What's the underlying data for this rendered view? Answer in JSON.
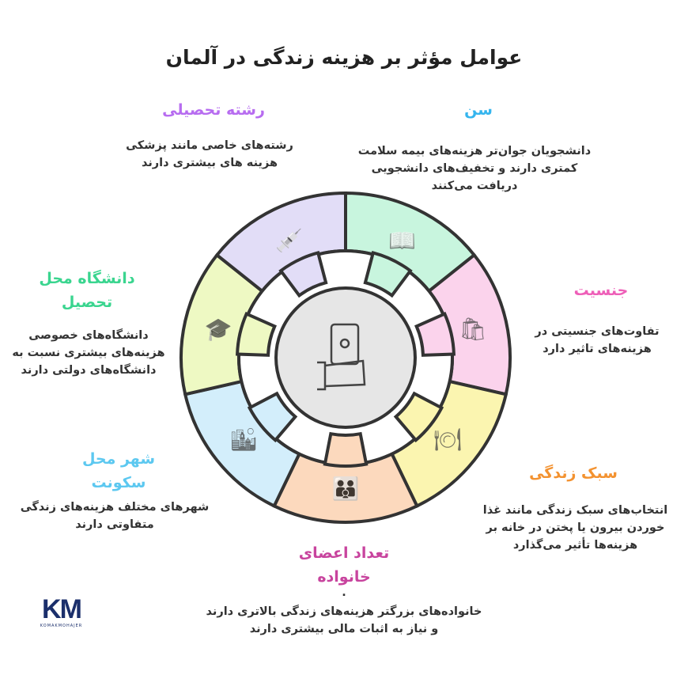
{
  "title": "عوامل مؤثر بر هزینه زندگی در آلمان",
  "center_icon": "smartphone-in-hand-icon",
  "factors": [
    {
      "title": "سن",
      "color": "#35b5ee",
      "fill": "#c8f5de",
      "icon": "book-person-icon",
      "desc": "دانشجویان جوان‌تر هزینه‌های بیمه سلامت کمتری دارند و تخفیف‌های دانشجویی دریافت می‌کنند"
    },
    {
      "title": "جنسیت",
      "color": "#ee5fb8",
      "fill": "#fbd3ec",
      "icon": "person-shopping-bag-icon",
      "desc": "تفاوت‌های جنسیتی در هزینه‌های تاثیر دارد"
    },
    {
      "title": "سبک زندگی",
      "color": "#f39230",
      "fill": "#fbf5b0",
      "icon": "waiter-serving-icon",
      "desc": "انتخاب‌های سبک زندگی مانند غذا خوردن بیرون یا پختن در خانه بر هزینه‌ها تأثیر می‌گذارد"
    },
    {
      "title": "تعداد اعضای خانواده",
      "color": "#c8449e",
      "fill": "#fcd9bd",
      "icon": "family-icon",
      "dot": ".",
      "desc": "خانواده‌های بزرگتر هزینه‌های زندگی بالاتری دارند و نیاز به اثبات مالی بیشتری دارند"
    },
    {
      "title": "شهر محل سکونت",
      "color": "#5cc8f0",
      "fill": "#d3eefb",
      "icon": "city-buildings-icon",
      "desc": "شهرهای مختلف هزینه‌های زندگی متفاوتی دارند"
    },
    {
      "title": "دانشگاه محل تحصیل",
      "color": "#3ad58f",
      "fill": "#eef9c3",
      "icon": "graduate-money-icon",
      "desc": "دانشگاه‌های خصوصی هزینه‌های بیشتری نسبت به دانشگاه‌های دولتی دارند"
    },
    {
      "title": "رشته تحصیلی",
      "color": "#b76cf0",
      "fill": "#e2ddf7",
      "icon": "syringe-medical-icon",
      "desc": "رشته‌های خاصی مانند پزشکی هزینه های بیشتری دارند"
    }
  ],
  "logo": {
    "text": "KM",
    "sub": "KOMAKMOHAJER"
  }
}
